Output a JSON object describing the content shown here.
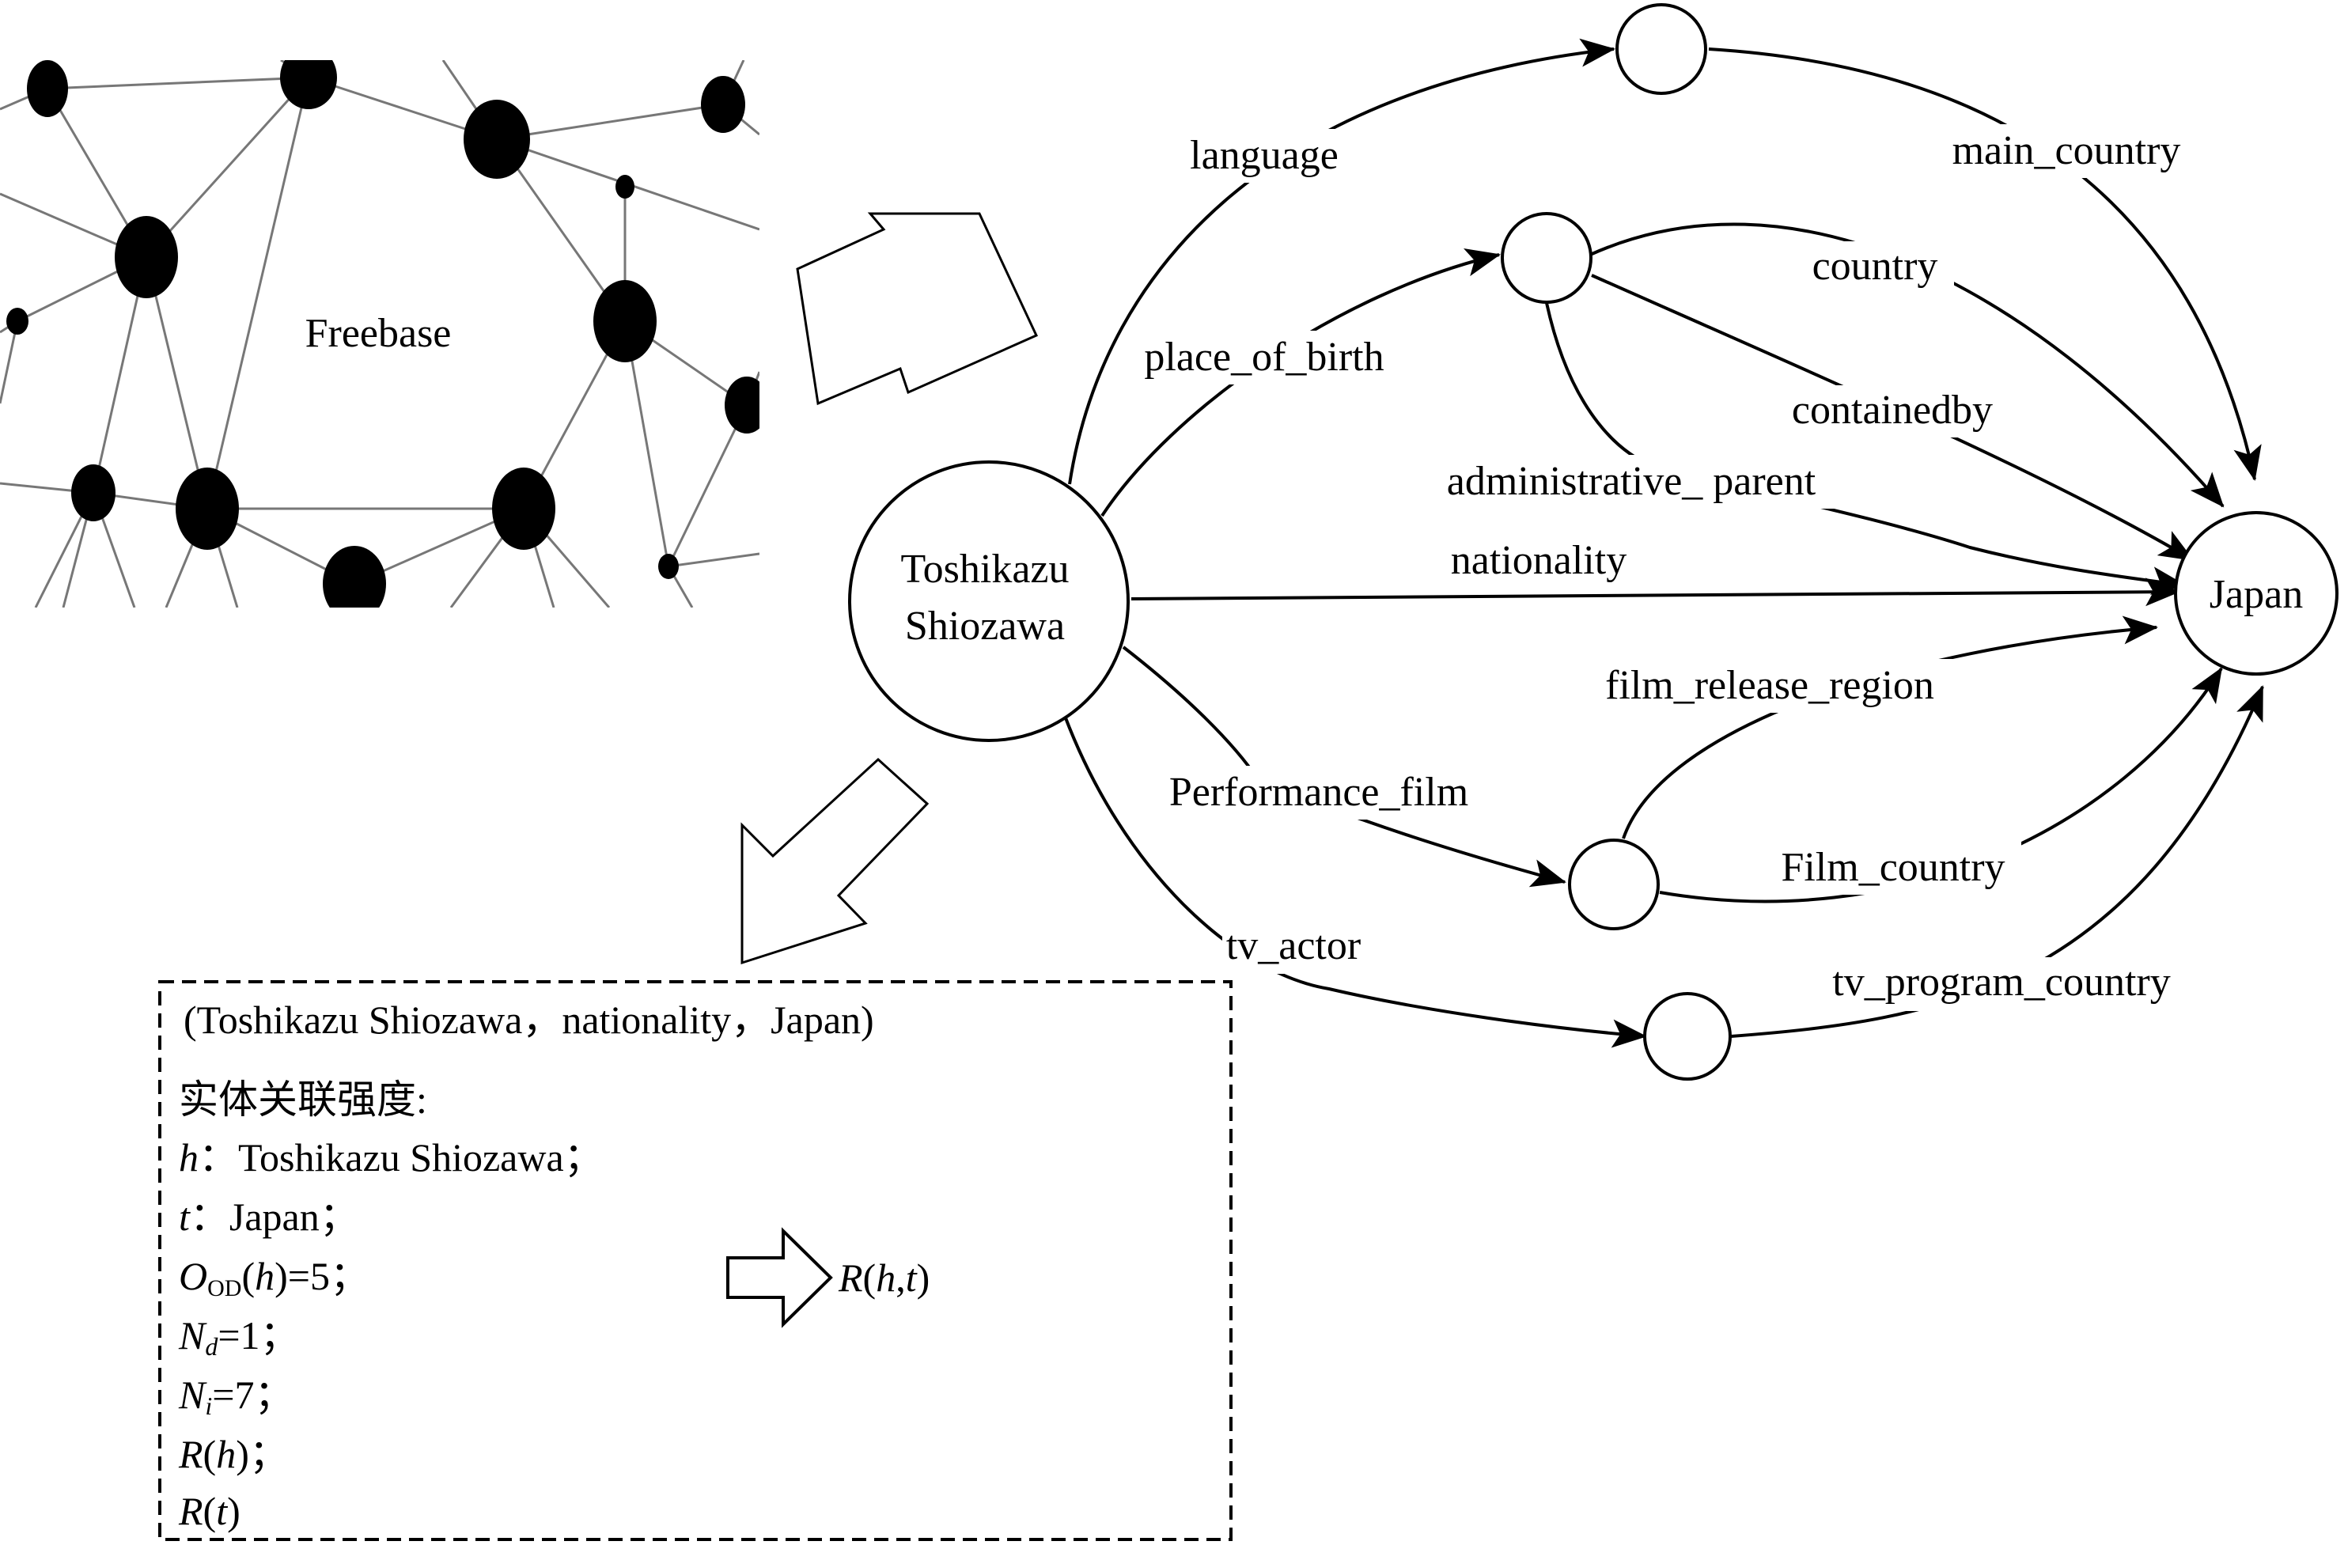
{
  "network": {
    "label": "Freebase"
  },
  "graph": {
    "head_entity": {
      "line1": "Toshikazu",
      "line2": "Shiozawa"
    },
    "tail_entity": "Japan",
    "relations": {
      "language": "language",
      "main_country": "main_country",
      "place_of_birth": "place_of_birth",
      "country": "country",
      "containedby": "containedby",
      "administrative_parent": "administrative_ parent",
      "nationality": "nationality",
      "film_release_region": "film_release_region",
      "performance_film": "Performance_film",
      "film_country": "Film_country",
      "tv_actor": "tv_actor",
      "tv_program_country": "tv_program_country"
    }
  },
  "box": {
    "triple": "(Toshikazu Shiozawa，nationality，Japan)",
    "heading": "实体关联强度:",
    "h_sym": "h",
    "h_val": "：Toshikazu Shiozawa；",
    "t_sym": "t",
    "t_val": "：Japan；",
    "od_sym": "O",
    "od_sub": "OD",
    "od_open": "(",
    "od_arg": "h",
    "od_val": ")=5；",
    "nd_sym": "N",
    "nd_sub": "d",
    "nd_val": "=1；",
    "ni_sym": "N",
    "ni_sub": "i",
    "ni_val": "=7；",
    "rh_sym": "R",
    "rh_open": "(",
    "rh_arg": "h",
    "rh_close": ")；",
    "rt_sym": "R",
    "rt_open": "(",
    "rt_arg": "t",
    "rt_close": ")",
    "result_sym": "R",
    "result_open": "(",
    "result_h": "h",
    "result_comma": ",",
    "result_t": "t",
    "result_close": ")"
  }
}
